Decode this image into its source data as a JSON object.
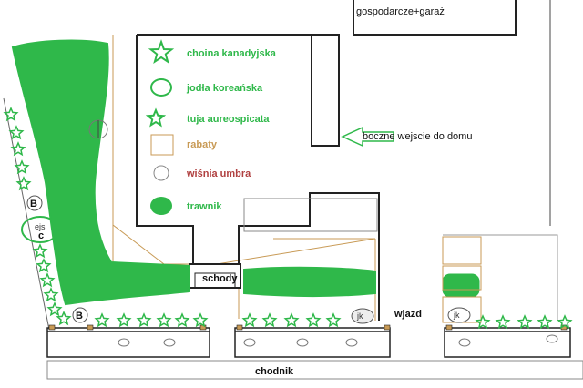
{
  "labels": {
    "outbuilding": "gospodarcze+garaż",
    "side_entrance": "boczne wejscie do domu",
    "stairs": "schody",
    "driveway": "wjazd",
    "sidewalk": "chodnik"
  },
  "legend": [
    {
      "id": "choina",
      "label": "choina kanadyjska",
      "color": "#2fb84a",
      "icon": "star-outline-icon"
    },
    {
      "id": "jodla",
      "label": "jodła koreańska",
      "color": "#2fb84a",
      "icon": "circle-outline-icon"
    },
    {
      "id": "tuja",
      "label": "tuja aureospicata",
      "color": "#2fb84a",
      "icon": "small-star-icon"
    },
    {
      "id": "rabaty",
      "label": "rabaty",
      "color": "#c89a55",
      "icon": "square-outline-icon"
    },
    {
      "id": "wisnia",
      "label": "wiśnia umbra",
      "color": "#b04040",
      "icon": "grey-circle-icon"
    },
    {
      "id": "trawnik",
      "label": "trawnik",
      "color": "#2fb84a",
      "icon": "lawn-blob-icon"
    }
  ],
  "markers": {
    "b_top": "B",
    "b_bottom": "B",
    "c": "c",
    "ejs": "ejs",
    "jk_left": "jk",
    "jk_right": "jk"
  },
  "colors": {
    "lawn": "#2fb84a",
    "beds": "#c89a55",
    "walls": "#222222",
    "arrow": "#2fb84a"
  }
}
